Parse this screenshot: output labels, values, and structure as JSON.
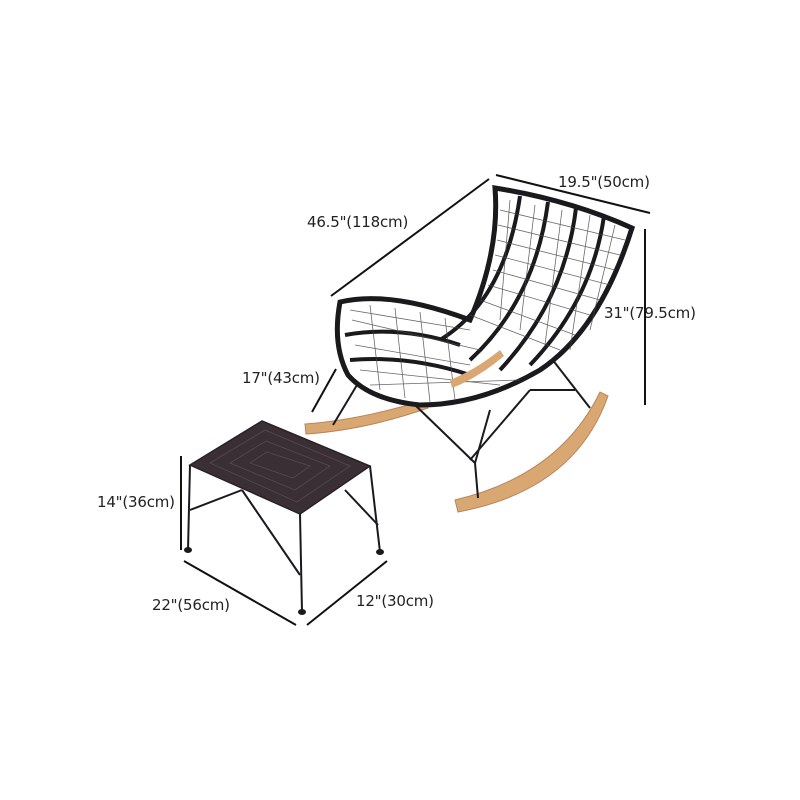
{
  "product": {
    "name": "rocking chair with ottoman",
    "colors": {
      "frame": "#1a1a1e",
      "weave": "#2b2b33",
      "wood": "#d9a872",
      "wood_dark": "#b9855a",
      "ottoman_top": "#3a2f35",
      "dimension_line": "#111111"
    }
  },
  "dimensions": {
    "chair_depth": "46.5\"(118cm)",
    "chair_width": "19.5\"(50cm)",
    "chair_height": "31\"(79.5cm)",
    "seat_height": "17\"(43cm)",
    "ottoman_height": "14\"(36cm)",
    "ottoman_length": "22\"(56cm)",
    "ottoman_width": "12\"(30cm)"
  }
}
